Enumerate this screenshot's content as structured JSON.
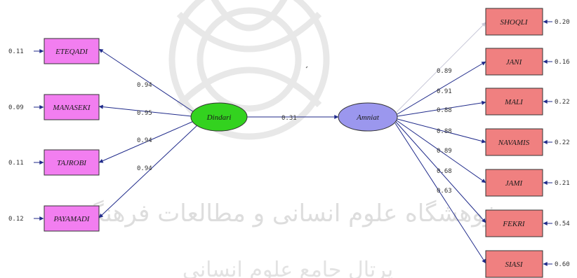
{
  "watermark": {
    "line1": "پژوهشگاه علوم انسانی و مطالعات فرهنگی",
    "line2": "پرتال جامع علوم انسانی"
  },
  "colors": {
    "left_box": "#f27ef0",
    "right_box": "#f08080",
    "dindari": "#33d21f",
    "amniat": "#9b97ee",
    "arrow": "#1f2a8a",
    "faint_arrow": "#c8c8d8"
  },
  "latent": {
    "dindari": "Dindari",
    "amniat": "Amniat",
    "path_coefficient": "0.31"
  },
  "left_indicators": [
    {
      "label": "ETEQADI",
      "error": "0.11",
      "loading": "0.94"
    },
    {
      "label": "MANASEKI",
      "error": "0.09",
      "loading": "0.95"
    },
    {
      "label": "TAJROBI",
      "error": "0.11",
      "loading": "0.94"
    },
    {
      "label": "PAYAMADI",
      "error": "0.12",
      "loading": "0.94"
    }
  ],
  "right_indicators": [
    {
      "label": "SHOQLI",
      "error": "0.20",
      "loading": "0.89"
    },
    {
      "label": "JANI",
      "error": "0.16",
      "loading": "0.91"
    },
    {
      "label": "MALI",
      "error": "0.22",
      "loading": "0.88"
    },
    {
      "label": "NAVAMIS",
      "error": "0.22",
      "loading": "0.88"
    },
    {
      "label": "JAMI",
      "error": "0.21",
      "loading": "0.89"
    },
    {
      "label": "FEKRI",
      "error": "0.54",
      "loading": "0.68"
    },
    {
      "label": "SIASI",
      "error": "0.60",
      "loading": "0.63"
    }
  ]
}
